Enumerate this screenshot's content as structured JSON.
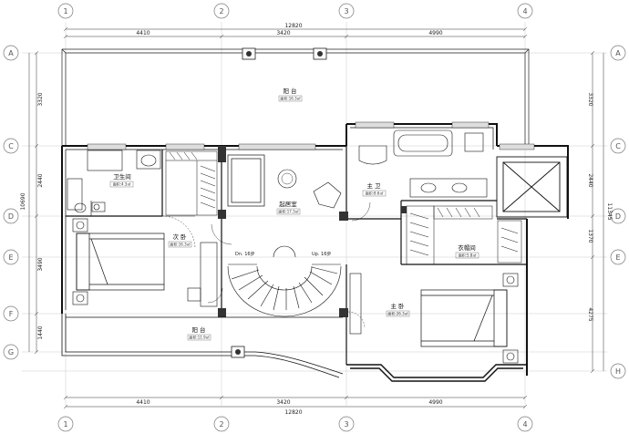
{
  "axes": {
    "columns": [
      "1",
      "2",
      "3",
      "4"
    ],
    "rows": [
      "A",
      "C",
      "D",
      "E",
      "F",
      "G",
      "H"
    ]
  },
  "dimensions": {
    "total_width": "12820",
    "col_spans": [
      "4410",
      "3420",
      "4990"
    ],
    "left_rows": [
      "3320",
      "2440",
      "3490",
      "1440"
    ],
    "left_total": "10690",
    "right_rows": [
      "3320",
      "2440",
      "1370",
      "4275"
    ],
    "right_total": "11345"
  },
  "rooms": {
    "terrace_top": "阳 台",
    "bathroom_left": "卫生间",
    "living": "起居室",
    "master_bath": "主 卫",
    "secondary_bedroom": "次 卧",
    "closet": "衣帽间",
    "master_bedroom": "主 卧",
    "terrace_bottom": "阳 台"
  },
  "area_tags": {
    "terrace_top": "面积:16.3㎡",
    "bathroom_left": "面积:4.3㎡",
    "living": "面积:17.3㎡",
    "master_bath": "面积:8.6㎡",
    "secondary_bedroom": "面积:16.3㎡",
    "closet": "面积:5.8㎡",
    "master_bedroom": "面积:26.3㎡",
    "terrace_bottom": "面积:11.9㎡"
  },
  "stairs": {
    "down_label": "Dn. 16步",
    "up_label": "Up. 16步"
  }
}
